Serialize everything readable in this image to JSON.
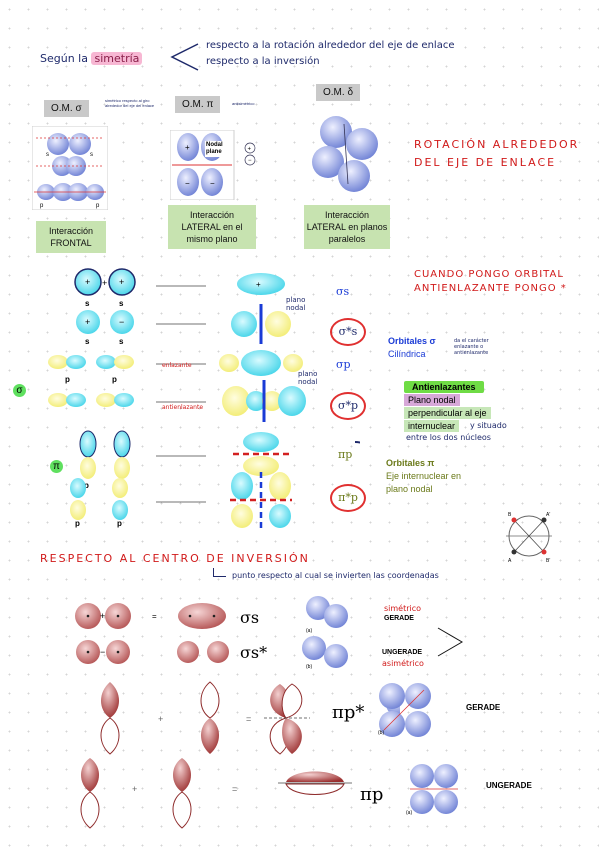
{
  "header": {
    "intro": "Según la",
    "highlight": "simetría",
    "line1": "respecto a la rotación alrededor del eje de enlace",
    "line2": "respecto a la inversión"
  },
  "om_labels": {
    "sigma": "O.M. σ",
    "pi": "O.M. π",
    "delta": "O.M. δ"
  },
  "notes_small": {
    "sigma": "simétrico respecto al giro alrededor del eje del enlace",
    "pi": "antisimétrico",
    "nodal_plane": "Nodal plane"
  },
  "interactions": {
    "frontal": "Interacción FRONTAL",
    "lateral_same": "Interacción LATERAL en el mismo plano",
    "lateral_parallel": "Interacción LATERAL en planos paralelos"
  },
  "rotation_title": [
    "ROTACIÓN ALREDEDOR",
    "DEL EJE DE ENLACE"
  ],
  "antibond_note": [
    "CUANDO PONGO ORBITAL",
    "ANTIENLAZANTE PONGO *"
  ],
  "orbital_labels": {
    "s": "s",
    "p": "p",
    "sigma_s": "σs",
    "sigma_s_star": "σ*s",
    "sigma_p": "σp",
    "sigma_p_star": "σ*p",
    "pi_p": "πp",
    "pi_p_star": "π*p",
    "plano_nodal": "plano nodal",
    "enlazante": "enlazante",
    "antienlazante": "antienlazante"
  },
  "group_labels": {
    "sigma": "σ",
    "pi": "π"
  },
  "sigma_info": {
    "title": "Orbitales σ",
    "subtitle": "Cilíndrica",
    "side_note": "da el carácter enlazante o antienlazante",
    "anti_title": "Antienlazantes",
    "plano_nodal": "Plano nodal",
    "perp_line1": "perpendicular al eje",
    "perp_line2": "internuclear",
    "tail_line1": "y situado",
    "tail_line2": "entre los dos núcleos"
  },
  "pi_info": {
    "title": "Orbitales π",
    "line1": "Eje internuclear en",
    "line2": "plano nodal"
  },
  "inversion": {
    "title": "RESPECTO AL CENTRO DE INVERSIÓN",
    "note": "punto respecto al cual se invierten las coordenadas"
  },
  "inv_diagram_labels": {
    "A": "A",
    "B": "B",
    "A_prime": "A'",
    "B_prime": "B'"
  },
  "bottom": {
    "sigma_s": "σs",
    "sigma_s_star": "σs*",
    "pi_p_star": "πp*",
    "pi_p": "πp",
    "simetrico": "simétrico",
    "gerade": "GERADE",
    "ungerade": "UNGERADE",
    "asimetrico": "asimétrico",
    "gerade_right": "GERADE",
    "ungerade_right": "UNGERADE",
    "plus": "+",
    "minus": "−",
    "equals": "=",
    "cap_a": "(a)",
    "cap_b": "(b)"
  }
}
